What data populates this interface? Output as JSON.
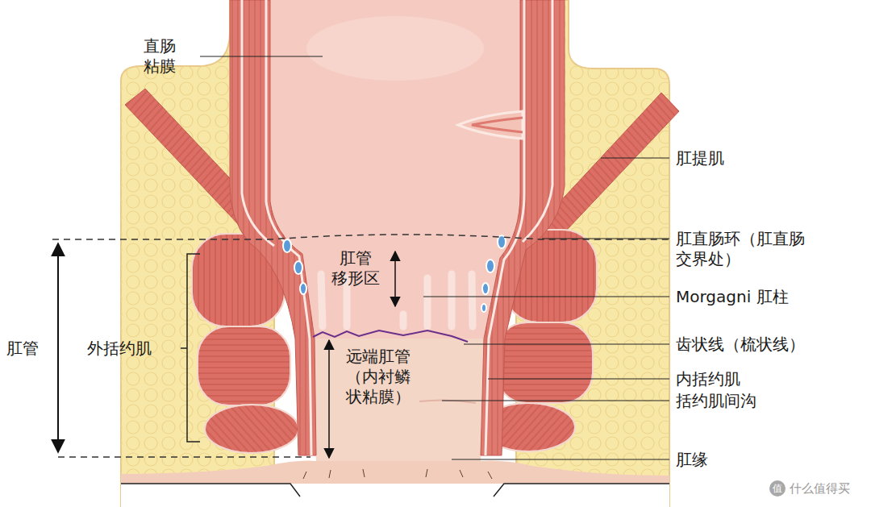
{
  "diagram": {
    "labels": [
      "直肠 粘膜",
      "肛提肌",
      "肛直肠环（肛直肠 交界处）",
      "肛管 移形区",
      "Morgagni 肛柱",
      "齿状线（梳状线）",
      "远端肛管 （内衬鳞 状粘膜）",
      "内括约肌",
      "括约肌间沟",
      "外括约肌",
      "肛管",
      "肛缘",
      "值",
      "什么值得买"
    ]
  }
}
